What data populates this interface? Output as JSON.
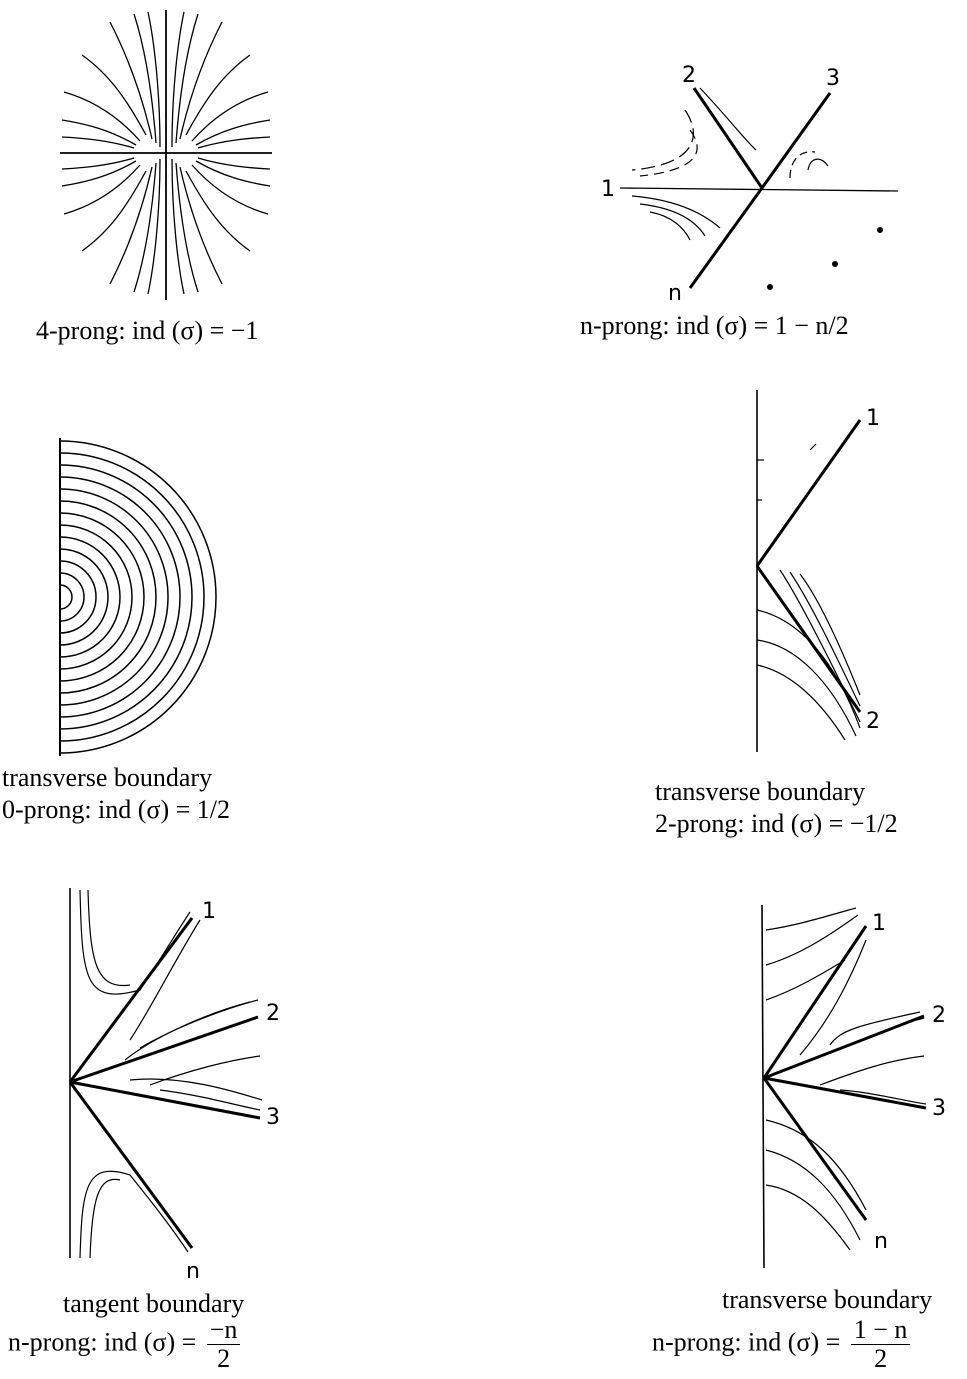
{
  "panels": [
    {
      "id": "four-prong",
      "caption_lines": [
        "4-prong:  ind (σ) = −1"
      ]
    },
    {
      "id": "n-prong",
      "prong_labels": [
        "1",
        "2",
        "3",
        "n"
      ],
      "caption_lines": [
        "n-prong:  ind (σ) = 1 − n/2"
      ]
    },
    {
      "id": "transverse-0-prong",
      "caption_lines": [
        "transverse boundary",
        "0-prong:  ind (σ) = 1/2"
      ]
    },
    {
      "id": "transverse-2-prong",
      "prong_labels": [
        "1",
        "2"
      ],
      "caption_lines": [
        "transverse boundary",
        "2-prong:  ind (σ) = −1/2"
      ]
    },
    {
      "id": "tangent-n-prong",
      "prong_labels": [
        "1",
        "2",
        "3",
        "n"
      ],
      "caption_lines": [
        "tangent boundary"
      ],
      "formula": {
        "prefix": "n-prong:  ind (σ) =",
        "numerator": "−n",
        "denominator": "2"
      }
    },
    {
      "id": "transverse-n-prong",
      "prong_labels": [
        "1",
        "2",
        "3",
        "n"
      ],
      "caption_lines": [
        "transverse boundary"
      ],
      "formula": {
        "prefix": "n-prong:  ind (σ) =",
        "numerator": "1 − n",
        "denominator": "2"
      }
    }
  ]
}
